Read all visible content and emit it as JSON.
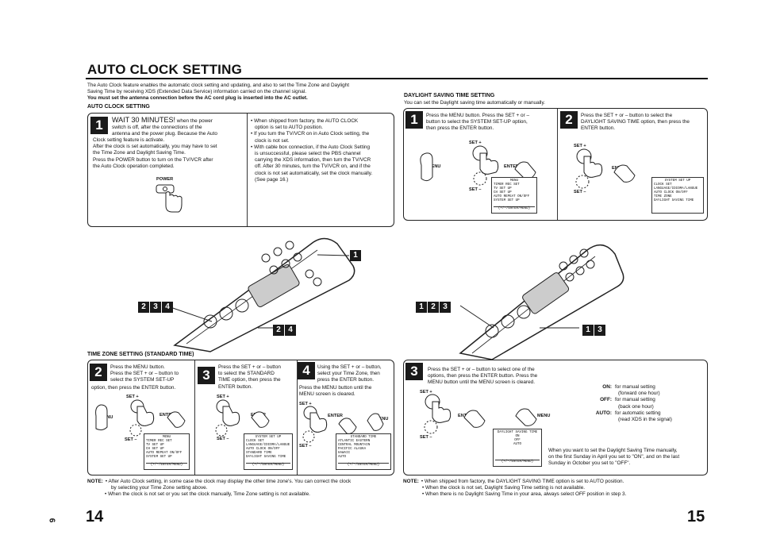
{
  "title": "AUTO CLOCK SETTING",
  "intro": {
    "line1": "The Auto Clock feature enables the automatic clock setting and updating, and also to set the Time Zone and Daylight",
    "line2": "Saving Time by receiving XDS (Extended Data Service) information carried on the channel signal.",
    "bold": "You must set the antenna connection before the AC cord plug is inserted into the AC outlet."
  },
  "auto_clock": {
    "heading": "AUTO CLOCK SETTING",
    "step_num": "1",
    "wait_title": "WAIT 30 MINUTES!",
    "left_lines": [
      "when the power",
      "switch is off, after the connections of the",
      "antenna and the power plug. Because the Auto",
      "Clock setting feature is activate.",
      "After the clock is set automatically, you may have to set",
      "the Time Zone and Daylight Saving Time.",
      "Press the POWER button to turn on the TV/VCR after",
      "the Auto Clock operation completed."
    ],
    "power_label": "POWER",
    "right_lines": [
      "• When shipped from factory, the AUTO CLOCK",
      "option is set to AUTO position.",
      "• If you turn the TV/VCR on in Auto Clock setting, the",
      "clock is not set.",
      "• With cable box connection, if the Auto Clock Setting",
      "is unsuccessful, please select the PBS channel",
      "carrying the XDS information, then turn the TV/VCR",
      "off. After 30 minutes, turn the TV/VCR on, and if the",
      "clock is not set automatically, set the clock manually.",
      "(See page 16.)"
    ]
  },
  "dst": {
    "heading": "DAYLIGHT SAVING TIME SETTING",
    "sub": "You can set the Daylight saving time automatically or manually.",
    "step1": {
      "num": "1",
      "lines": [
        "Press the MENU button. Press the SET + or –",
        "button to select the SYSTEM SET-UP option,",
        "then press the ENTER button."
      ],
      "set_plus": "SET +",
      "set_minus": "SET –",
      "menu": "MENU",
      "enter": "ENTER",
      "screen": [
        "MENU",
        "TIMER REC SET",
        "TV SET UP",
        "CH SET UP",
        "AUTO REPEAT ON/OFF",
        "SYSTEM SET UP"
      ],
      "screen_foot": "(+/–/ENTER/MENU)"
    },
    "step2": {
      "num": "2",
      "lines": [
        "Press the SET + or – button to select the",
        "DAYLIGHT SAVING TIME option, then press the",
        "ENTER button."
      ],
      "set_plus": "SET +",
      "set_minus": "SET –",
      "enter": "ENTER",
      "screen": [
        "SYSTEM SET UP",
        "CLOCK SET",
        "LANGUAGE/IDIOMA/LANGUE",
        "AUTO CLOCK ON/OFF",
        "TIME ZONE",
        "DAYLIGHT SAVING TIME"
      ],
      "screen_foot": "(+/–/ENTER/MENU)"
    },
    "step3": {
      "num": "3",
      "lines": [
        "Press the SET + or – button to select one of the",
        "options, then press the ENTER button. Press the",
        "MENU button until the MENU screen is cleared."
      ],
      "set_plus": "SET +",
      "set_minus": "SET –",
      "enter": "ENTER",
      "menu": "MENU",
      "screen": [
        "DAYLIGHT SAVING TIME",
        "ON",
        "OFF",
        "AUTO"
      ],
      "screen_foot": "(+/–/ENTER/MENU)",
      "options": [
        {
          "key": "ON:",
          "desc": "for manual setting",
          "desc2": "(forward one hour)"
        },
        {
          "key": "OFF:",
          "desc": "for manual setting",
          "desc2": "(back one hour)"
        },
        {
          "key": "AUTO:",
          "desc": "for automatic setting",
          "desc2": "(read XDS in the signal)"
        }
      ],
      "manual_note": [
        "When you want to set the Daylight Saving Time manually,",
        "on the first Sunday in April you set to \"ON\", and on the last",
        "Sunday in October you set to \"OFF\"."
      ]
    }
  },
  "remote_left_labels": {
    "top": "1",
    "mid": [
      "2",
      "3",
      "4"
    ],
    "right": [
      "2",
      "4"
    ]
  },
  "remote_right_labels": {
    "left": [
      "1",
      "2",
      "3"
    ],
    "right": [
      "1",
      "3"
    ]
  },
  "tz": {
    "heading": "TIME ZONE SETTING (STANDARD TIME)",
    "step2": {
      "num": "2",
      "lines": [
        "Press the MENU button.",
        "Press the SET + or – button to",
        "select the SYSTEM SET-UP",
        "option, then press the ENTER button."
      ],
      "set_plus": "SET +",
      "set_minus": "SET –",
      "menu": "MENU",
      "enter": "ENTER",
      "screen": [
        "MENU",
        "TIMER REC SET",
        "TV SET UP",
        "CH SET UP",
        "AUTO REPEAT ON/OFF",
        "SYSTEM SET UP"
      ],
      "screen_foot": "(+/–/ENTER/MENU)"
    },
    "step3": {
      "num": "3",
      "lines": [
        "Press the SET + or – button",
        "to select the STANDARD",
        "TIME option, then press the",
        "ENTER button."
      ],
      "set_plus": "SET +",
      "set_minus": "SET –",
      "enter": "ENTER",
      "screen": [
        "SYSTEM SET UP",
        "CLOCK SET",
        "LANGUAGE/IDIOMA/LANGUE",
        "AUTO CLOCK ON/OFF",
        "STANDARD TIME",
        "DAYLIGHT SAVING TIME"
      ],
      "screen_foot": "(+/–/ENTER/MENU)"
    },
    "step4": {
      "num": "4",
      "lines": [
        "Using the SET + or – button,",
        "select your Time Zone, then",
        "press the ENTER button.",
        "Press the MENU button until the",
        "MENU screen is cleared."
      ],
      "set_plus": "SET +",
      "set_minus": "SET –",
      "enter": "ENTER",
      "menu": "MENU",
      "screen": [
        "STANDARD TIME",
        "ATLANTIC   EASTERN",
        "CENTRAL   MOUNTAIN",
        "PACIFIC   ALASKA",
        "HAWAII",
        "AUTO"
      ],
      "screen_foot": "(+/–/ENTER/MENU)"
    }
  },
  "note_left": {
    "label": "NOTE:",
    "lines": [
      "• After Auto Clock setting, in some case the clock may display the other time zone's. You can correct the clock",
      "by selecting your Time Zone setting above.",
      "• When the clock is not set or you set the clock manually, Time Zone setting is not available."
    ]
  },
  "note_right": {
    "label": "NOTE:",
    "lines": [
      "• When shipped from factory, the DAYLIGHT SAVING TIME option is set to AUTO position.",
      "• When the clock is not set, Daylight Saving Time setting is not available.",
      "• When there is no Daylight Saving Time in your area, always select OFF position in step 3."
    ]
  },
  "page_left": "14",
  "page_right": "15",
  "margin_mark": "6"
}
